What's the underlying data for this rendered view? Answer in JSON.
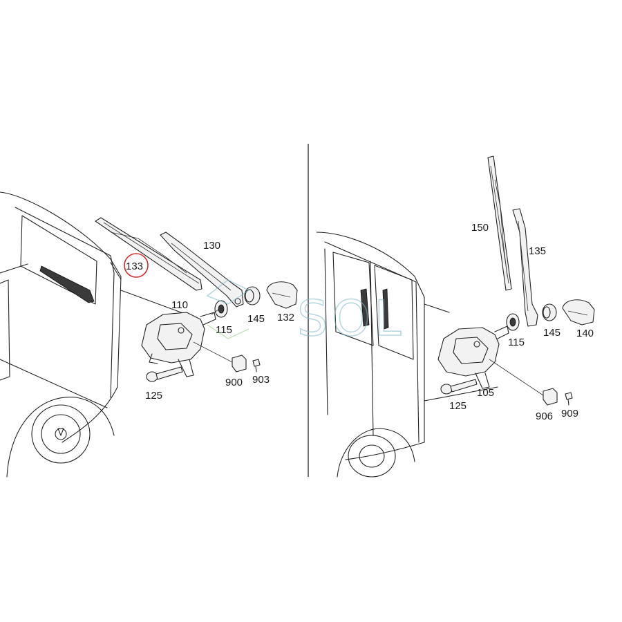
{
  "left_panel": {
    "callouts": [
      "130",
      "133",
      "110",
      "115",
      "145",
      "132",
      "900",
      "903",
      "125"
    ],
    "highlighted_callout": "133",
    "highlight_color": "#d62a2a"
  },
  "right_panel": {
    "callouts": [
      "150",
      "135",
      "115",
      "145",
      "140",
      "105",
      "125",
      "906",
      "909"
    ]
  },
  "watermark": {
    "text": "SOL",
    "color": "#7fb9c8"
  }
}
